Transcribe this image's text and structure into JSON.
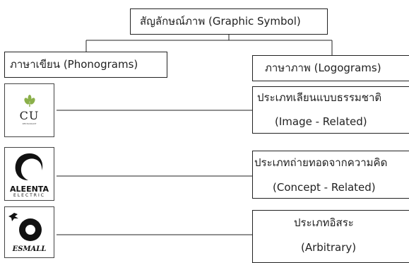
{
  "root": {
    "label": "สัญลักษณ์ภาพ (Graphic Symbol)"
  },
  "branches": {
    "left": {
      "label": "ภาษาเขียน (Phonograms)"
    },
    "right": {
      "label": "ภาษาภาพ (Logograms)"
    }
  },
  "categories": [
    {
      "line1": "ประเภทเลียนแบบธรรมชาติ",
      "line2": "(Image - Related)"
    },
    {
      "line1": "ประเภทถ่ายทอดจากความคิด",
      "line2": "(Concept - Related)"
    },
    {
      "line1": "ประเภทอิสระ",
      "line2": "(Arbitrary)"
    }
  ],
  "logos": [
    {
      "name": "cu-restaurant-logo",
      "text": "CU",
      "subtext": "RESTAURANT"
    },
    {
      "name": "aleenta-electric-logo",
      "text": "ALEENTA",
      "subtext": "ELECTRIC"
    },
    {
      "name": "esmall-logo",
      "text": "ESMALL"
    }
  ]
}
